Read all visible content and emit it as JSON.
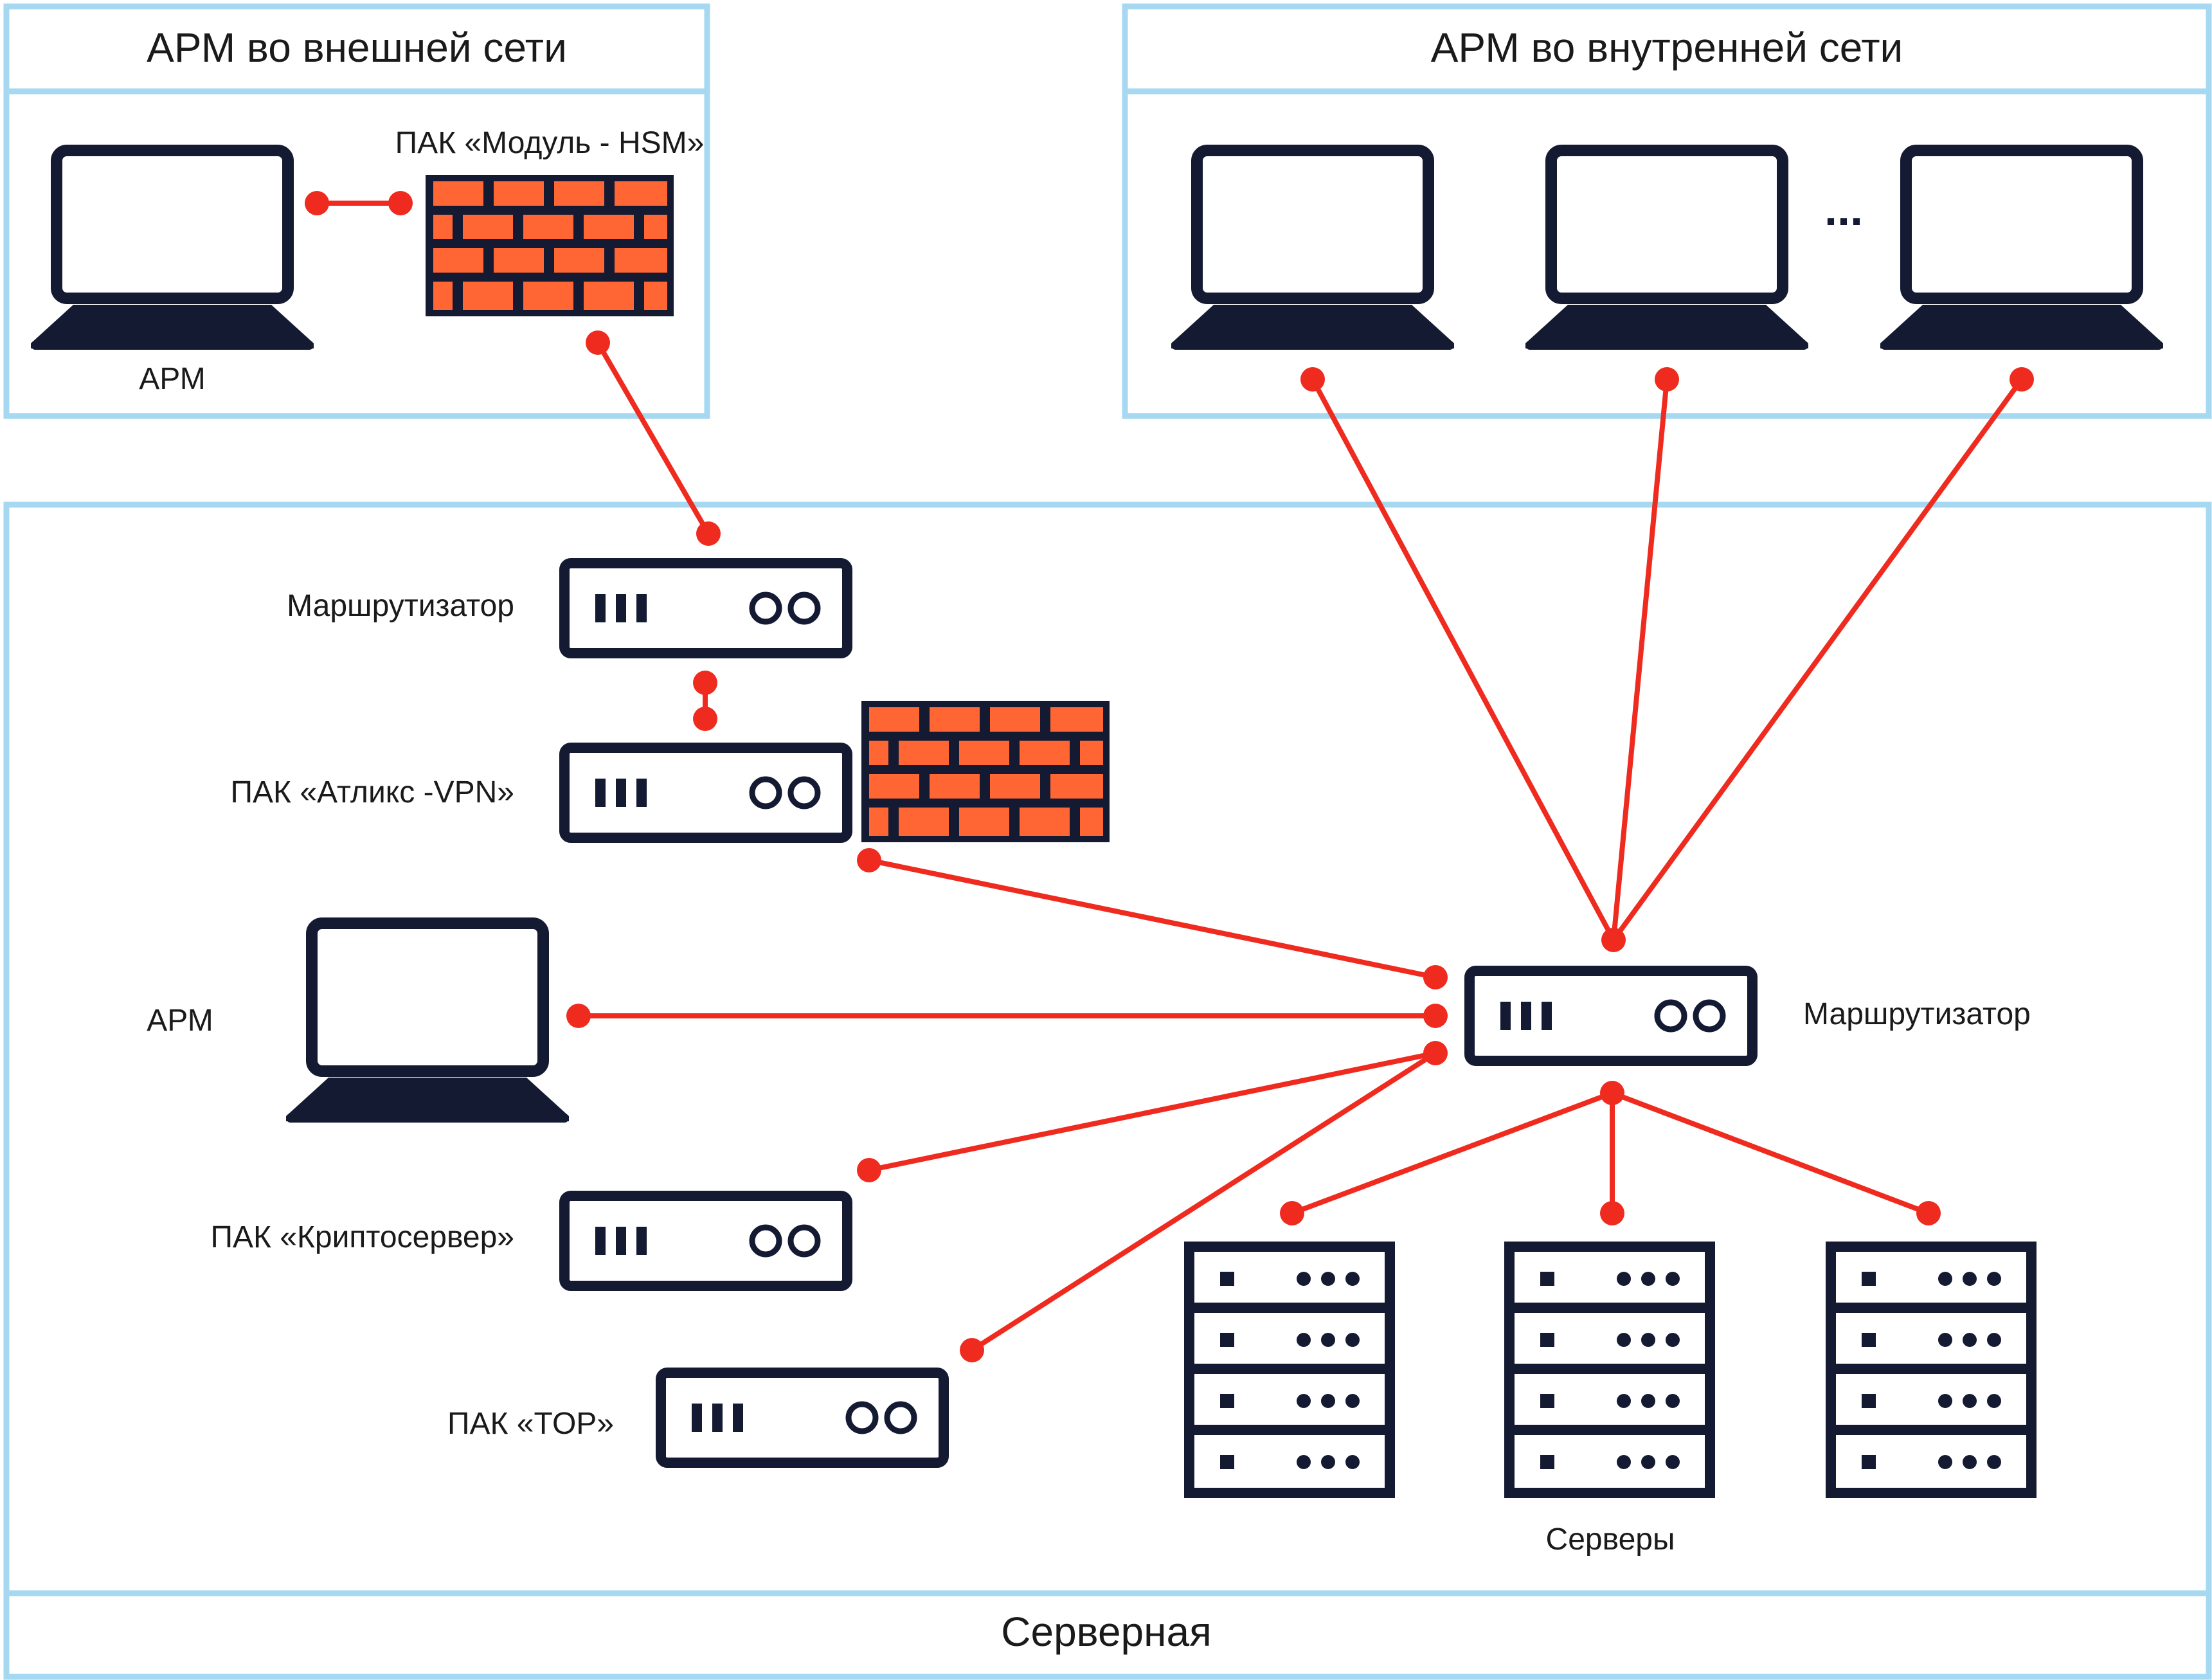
{
  "zones": {
    "external": {
      "title": "АРМ во внешней сети"
    },
    "internal": {
      "title": "АРМ во внутренней сети"
    },
    "server_room": {
      "title": "Серверная"
    }
  },
  "devices": {
    "ext_arm": {
      "label": "АРМ"
    },
    "hsm": {
      "label": "ПАК «Модуль - HSM»"
    },
    "router_top": {
      "label": "Маршрутизатор"
    },
    "atlix_vpn": {
      "label": "ПАК «Атликс -VPN»"
    },
    "arm_server_room": {
      "label": "АРМ"
    },
    "crypto_server": {
      "label": "ПАК «Криптосервер»"
    },
    "tor": {
      "label": "ПАК «TOP»"
    },
    "router_main": {
      "label": "Маршрутизатор"
    },
    "servers": {
      "label": "Серверы"
    },
    "internal_ellipsis": {
      "label": "..."
    }
  },
  "colors": {
    "link": "#ef2b1f",
    "device": "#151a33",
    "zone_border": "#a6d8f2",
    "firewall_brick": "#ff6633"
  },
  "icons": [
    "laptop-icon",
    "firewall-icon",
    "router-icon",
    "server-rack-icon"
  ]
}
